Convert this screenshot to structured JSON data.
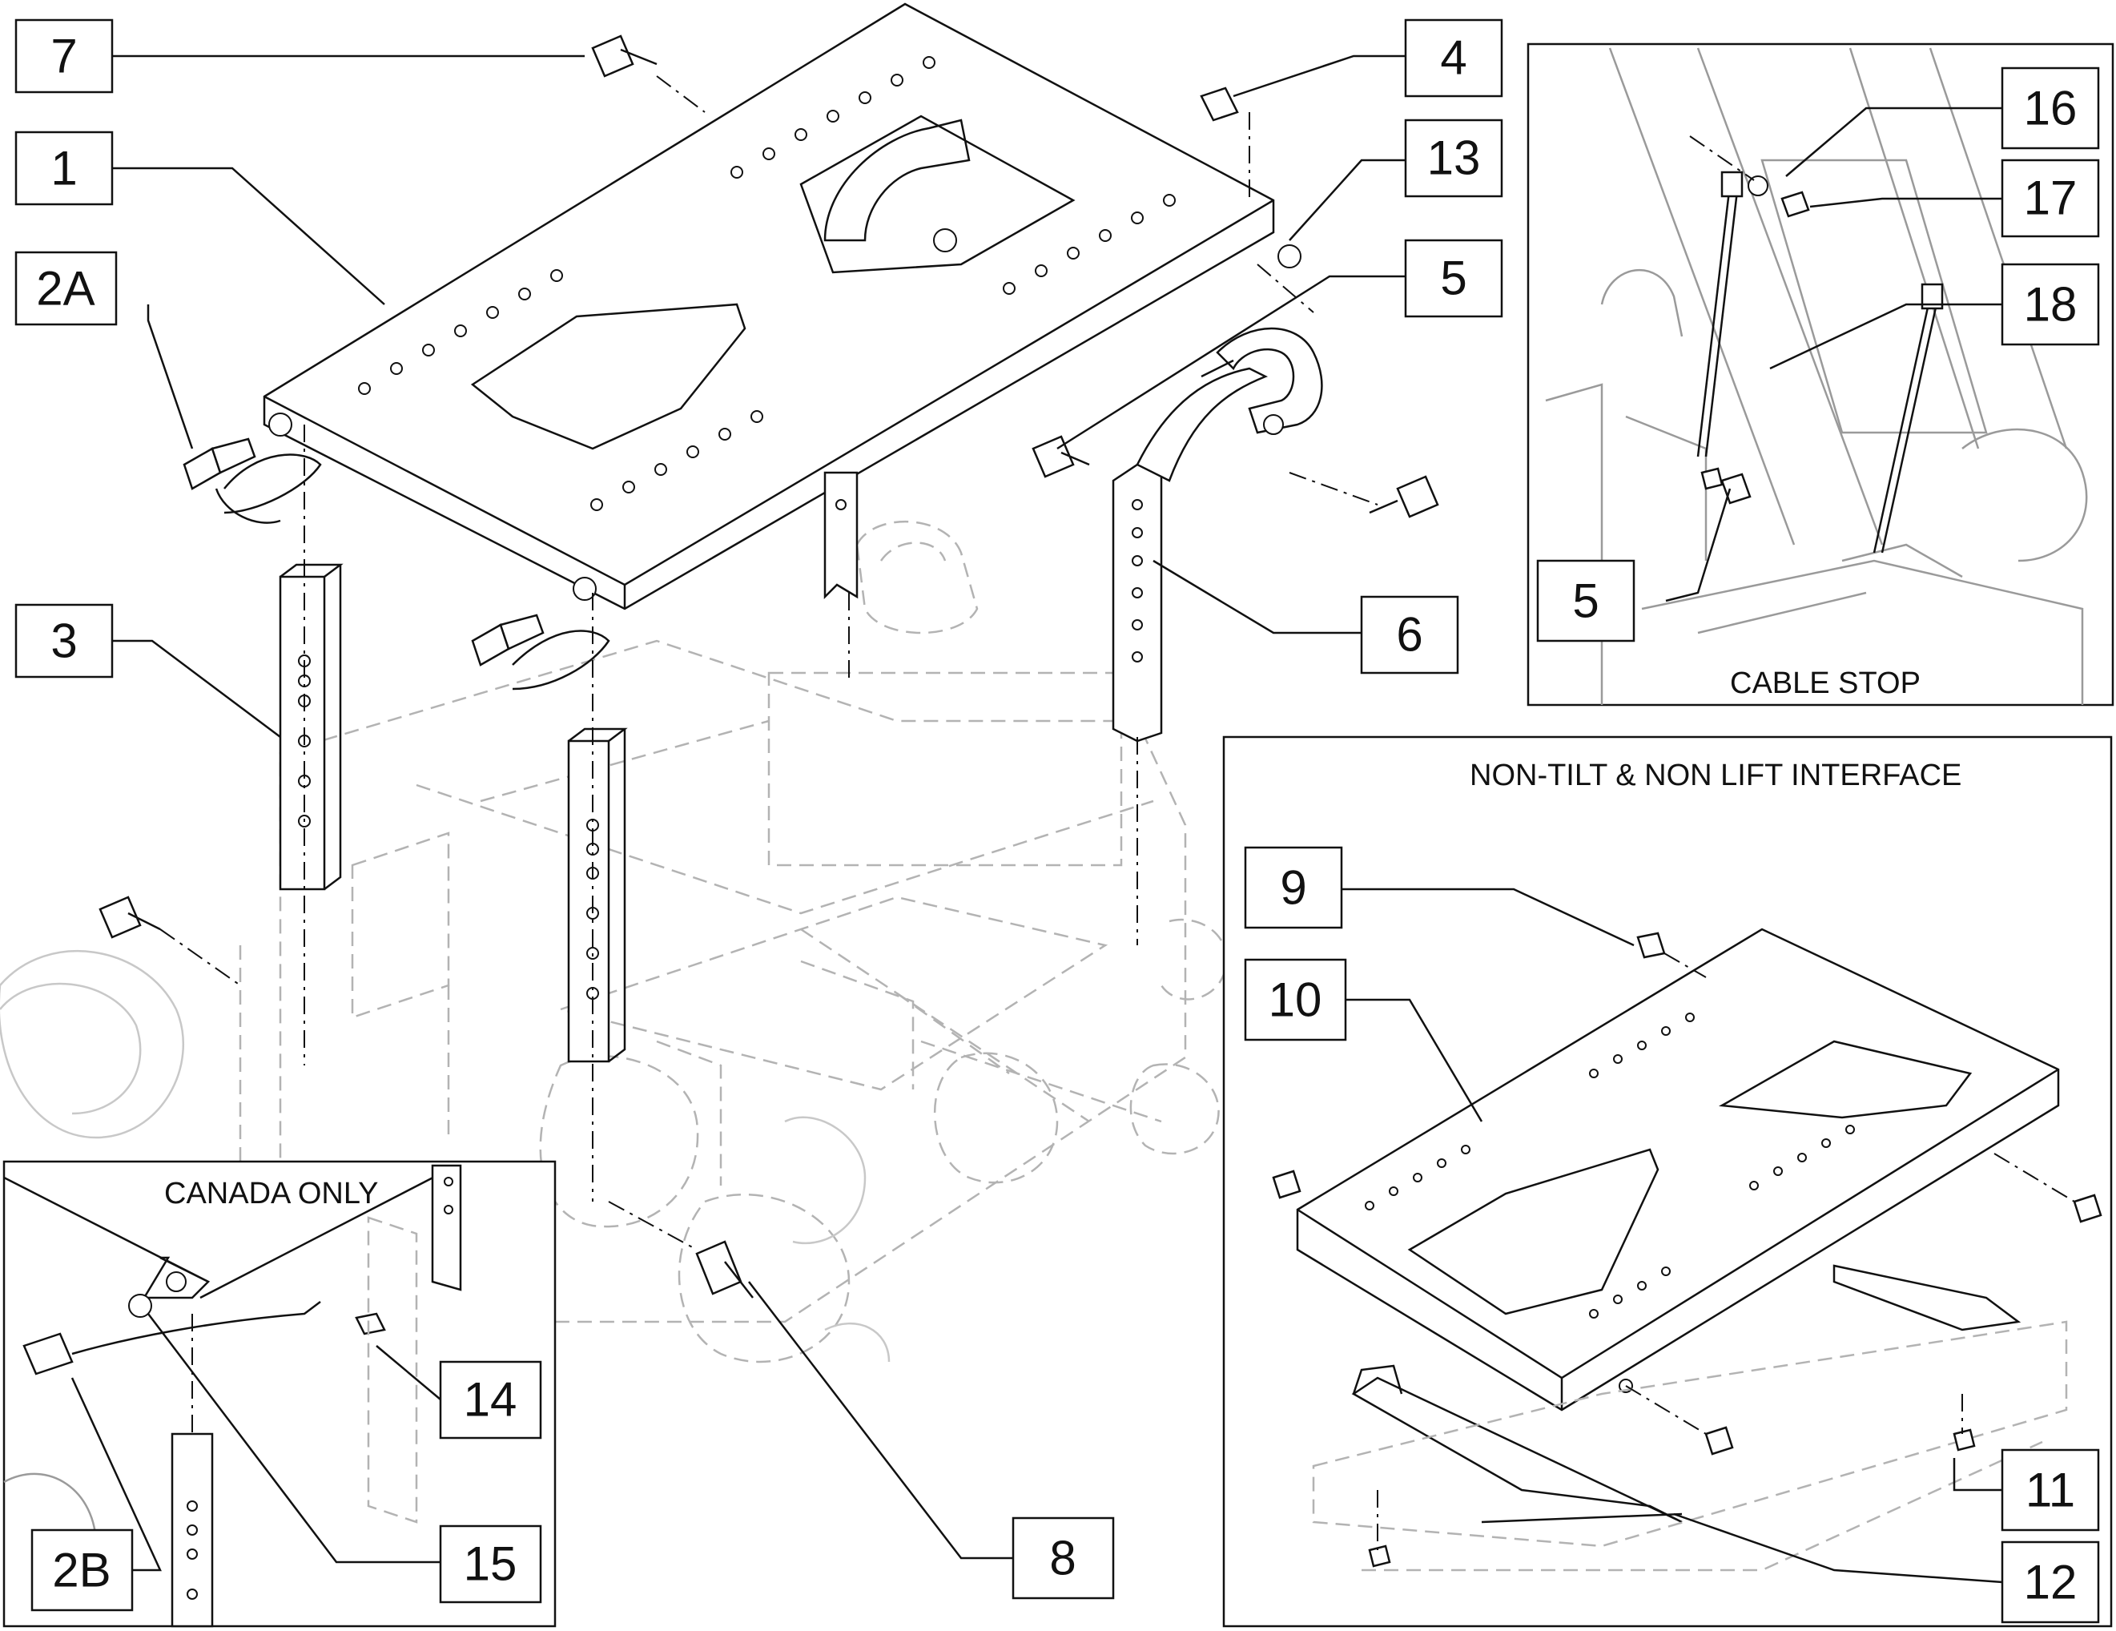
{
  "diagram": {
    "callouts": [
      {
        "id": "c7",
        "label": "7"
      },
      {
        "id": "c1",
        "label": "1"
      },
      {
        "id": "c2a",
        "label": "2A"
      },
      {
        "id": "c3",
        "label": "3"
      },
      {
        "id": "c4",
        "label": "4"
      },
      {
        "id": "c13",
        "label": "13"
      },
      {
        "id": "c5a",
        "label": "5"
      },
      {
        "id": "c6",
        "label": "6"
      },
      {
        "id": "c8",
        "label": "8"
      },
      {
        "id": "c14",
        "label": "14"
      },
      {
        "id": "c15",
        "label": "15"
      },
      {
        "id": "c2b",
        "label": "2B"
      },
      {
        "id": "c16",
        "label": "16"
      },
      {
        "id": "c17",
        "label": "17"
      },
      {
        "id": "c18",
        "label": "18"
      },
      {
        "id": "c5b",
        "label": "5"
      },
      {
        "id": "c9",
        "label": "9"
      },
      {
        "id": "c10",
        "label": "10"
      },
      {
        "id": "c11",
        "label": "11"
      },
      {
        "id": "c12",
        "label": "12"
      }
    ],
    "insets": {
      "canada": {
        "label": "CANADA ONLY"
      },
      "cable_stop": {
        "label": "CABLE STOP"
      },
      "non_tilt": {
        "label": "NON-TILT & NON LIFT INTERFACE"
      }
    }
  }
}
